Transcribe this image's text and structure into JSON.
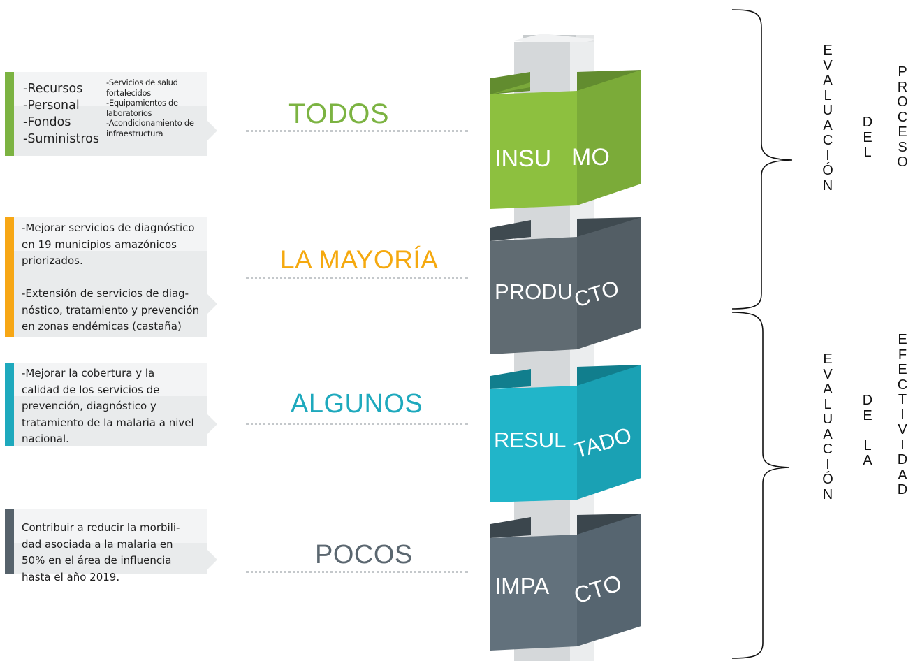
{
  "insumo": {
    "col1": [
      "-Recursos",
      "-Personal",
      "-Fondos",
      "-Suministros"
    ],
    "col2": [
      "-Servicios de salud",
      "fortalecidos",
      "-Equipamientos de",
      "laboratorios",
      "-Acondicionamiento de",
      "infraestructura"
    ],
    "level": "TODOS",
    "cube": "INSUMO",
    "color": "#8ab73a"
  },
  "producto": {
    "lines": [
      "-Mejorar servicios de diagnóstico",
      "en 19 municipios amazónicos",
      "priorizados.",
      "",
      "-Extensión de servicios de diag-",
      "nóstico, tratamiento y prevención",
      "en zonas endémicas (castaña)"
    ],
    "level": "LA MAYORÍA",
    "cube": "PRODUCTO",
    "color": "#f5a90f"
  },
  "resultado": {
    "lines": [
      "-Mejorar la cobertura y la",
      "calidad de los servicios de",
      "prevención, diagnóstico y",
      "tratamiento de la malaria a nivel",
      "nacional."
    ],
    "level": "ALGUNOS",
    "cube": "RESULTADO",
    "color": "#1ea9bd"
  },
  "impacto": {
    "lines": [
      "Contribuir a reducir la morbili-",
      "dad asociada a la malaria en",
      "50% en el área de influencia",
      "hasta el año 2019."
    ],
    "level": "POCOS",
    "cube": "IMPACTO",
    "color": "#5b6770"
  },
  "bracket_proceso": {
    "word1": [
      "E",
      "V",
      "A",
      "L",
      "U",
      "A",
      "C",
      "I",
      "Ó",
      "N"
    ],
    "word2": [
      "D",
      "E",
      "L"
    ],
    "word3": [
      "P",
      "R",
      "O",
      "C",
      "E",
      "S",
      "O"
    ]
  },
  "bracket_efectividad": {
    "word1": [
      "E",
      "V",
      "A",
      "L",
      "U",
      "A",
      "C",
      "I",
      "Ó",
      "N"
    ],
    "word2": [
      "D",
      "E",
      "",
      "L",
      "A"
    ],
    "word3": [
      "E",
      "F",
      "E",
      "C",
      "T",
      "I",
      "V",
      "I",
      "D",
      "A",
      "D"
    ]
  }
}
